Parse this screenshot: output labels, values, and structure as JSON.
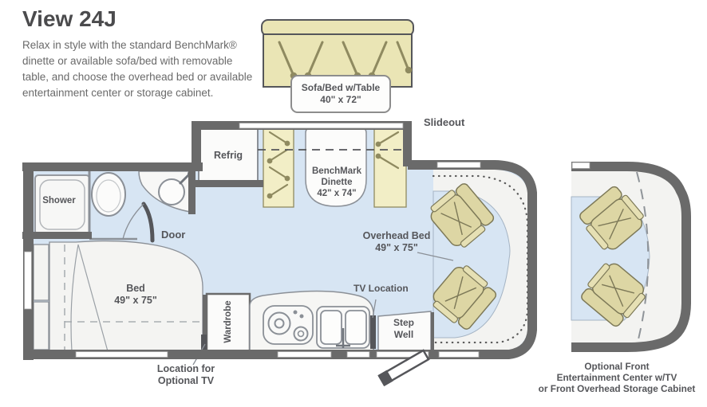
{
  "page": {
    "title": "View 24J",
    "description": "Relax in style with the standard BenchMark® dinette or available sofa/bed with removable table, and choose the overhead bed or available entertainment center or storage cabinet."
  },
  "labels": {
    "sofa_bed_1": "Sofa/Bed w/Table",
    "sofa_bed_2": "40\" x 72\"",
    "slideout": "Slideout",
    "refrig": "Refrig",
    "dinette_1": "BenchMark",
    "dinette_2": "Dinette",
    "dinette_3": "42\" x 74\"",
    "shower": "Shower",
    "door": "Door",
    "bed_1": "Bed",
    "bed_2": "49\" x 75\"",
    "wardrobe": "Wardrobe",
    "tv_location": "TV Location",
    "step_well_1": "Step",
    "step_well_2": "Well",
    "overhead_bed_1": "Overhead Bed",
    "overhead_bed_2": "49\" x 75\"",
    "optional_tv_1": "Location for",
    "optional_tv_2": "Optional TV",
    "optional_front_1": "Optional Front",
    "optional_front_2": "Entertainment Center w/TV",
    "optional_front_3": "or Front Overhead Storage Cabinet"
  },
  "colors": {
    "wall": "#6a6a6a",
    "floor": "#d7e5f3",
    "bench": "#f2eec6",
    "seat_tan": "#ddd6a4",
    "sofa_tan": "#eae5b5",
    "text": "#55565a"
  }
}
